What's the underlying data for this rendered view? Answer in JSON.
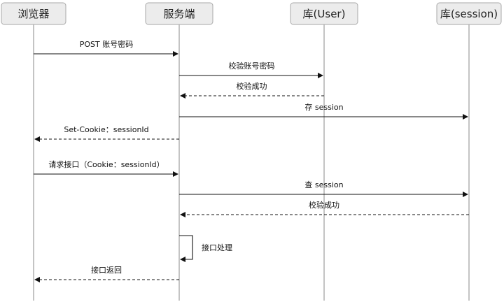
{
  "participants": [
    {
      "id": "browser",
      "label": "浏览器"
    },
    {
      "id": "server",
      "label": "服务端"
    },
    {
      "id": "user_db",
      "label": "库(User)"
    },
    {
      "id": "session_db",
      "label": "库(session)"
    }
  ],
  "messages": [
    {
      "from": "browser",
      "to": "server",
      "label": "POST 账号密码",
      "style": "solid"
    },
    {
      "from": "server",
      "to": "user_db",
      "label": "校验账号密码",
      "style": "solid"
    },
    {
      "from": "user_db",
      "to": "server",
      "label": "校验成功",
      "style": "dashed"
    },
    {
      "from": "server",
      "to": "session_db",
      "label": "存 session",
      "style": "solid"
    },
    {
      "from": "server",
      "to": "browser",
      "label": "Set-Cookie：sessionId",
      "style": "dashed"
    },
    {
      "from": "browser",
      "to": "server",
      "label": "请求接口（Cookie：sessionId）",
      "style": "solid"
    },
    {
      "from": "server",
      "to": "session_db",
      "label": "查 session",
      "style": "solid"
    },
    {
      "from": "session_db",
      "to": "server",
      "label": "校验成功",
      "style": "dashed"
    },
    {
      "from": "server",
      "to": "server",
      "label": "接口处理",
      "style": "solid"
    },
    {
      "from": "server",
      "to": "browser",
      "label": "接口返回",
      "style": "dashed"
    }
  ]
}
